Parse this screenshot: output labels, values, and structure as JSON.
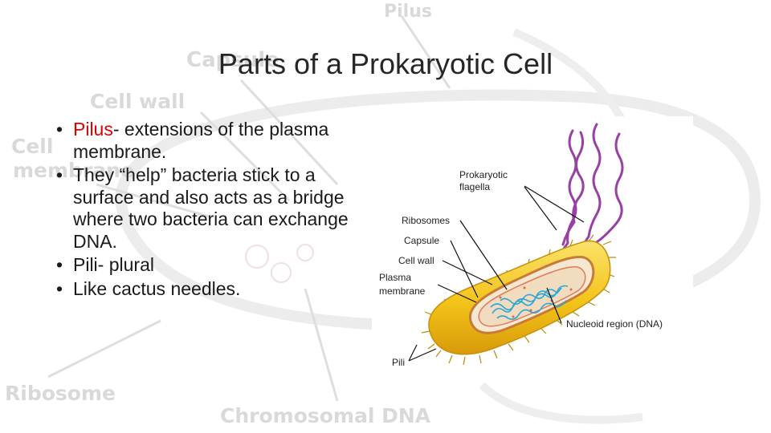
{
  "background_labels": {
    "pilus": "Pilus",
    "capsule": "Capsule",
    "cell_wall": "Cell wall",
    "cell": "Cell",
    "membrane": "membrane",
    "ribosome": "Ribosome",
    "chromosomal_dna": "Chromosomal DNA"
  },
  "title": "Parts of a Prokaryotic Cell",
  "bullets": [
    {
      "bullet": "•",
      "highlight": "Pilus",
      "text": "- extensions of the plasma membrane."
    },
    {
      "bullet": "•",
      "text": "They “help” bacteria stick to a surface and also acts as a bridge where two bacteria can exchange DNA."
    },
    {
      "bullet": "•",
      "text": "Pili- plural"
    },
    {
      "bullet": "•",
      "text": "Like cactus needles."
    }
  ],
  "diagram": {
    "labels": {
      "flagella_line1": "Prokaryotic",
      "flagella_line2": "flagella",
      "ribosomes": "Ribosomes",
      "capsule": "Capsule",
      "cell_wall": "Cell wall",
      "plasma_line1": "Plasma",
      "plasma_line2": "membrane",
      "nucleoid": "Nucleoid region (DNA)",
      "pili": "Pili"
    }
  },
  "colors": {
    "highlight": "#e00000",
    "capsule": "#f2c318",
    "flagella": "#9a3fa6",
    "nucleoid": "#2aa6d8"
  }
}
